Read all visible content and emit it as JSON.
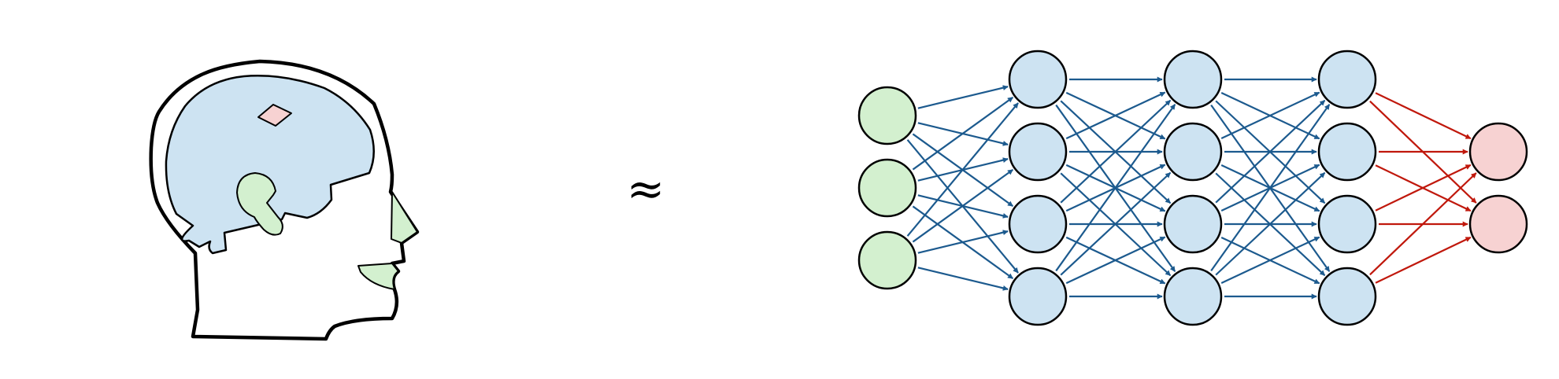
{
  "symbol": "≈",
  "colors": {
    "outline": "#000000",
    "brain": "#cde3f2",
    "brain_lobe": "#d3f0cf",
    "brain_spot": "#f7d2d2",
    "input_node": "#d3f0cf",
    "hidden_node": "#cde3f2",
    "output_node": "#f7d2d2",
    "hidden_edge": "#1c5a8e",
    "output_edge": "#c0180c"
  },
  "network": {
    "layers": [
      3,
      4,
      4,
      4,
      2
    ],
    "layer_roles": [
      "input",
      "hidden",
      "hidden",
      "hidden",
      "output"
    ]
  }
}
